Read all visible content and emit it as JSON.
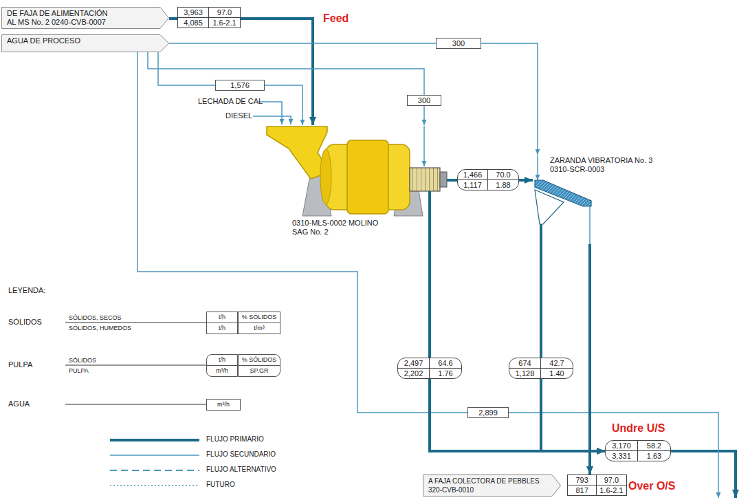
{
  "diagram": {
    "nodes": [
      {
        "text": [
          "DE FAJA DE ALIMENTACIÓN AL MS No. 2 0240-CVB-0007"
        ]
      },
      {
        "text": [
          "3,963",
          "97.0",
          "4,085",
          "1.6-2.1"
        ]
      },
      {
        "text": [
          "AGUA DE PROCESO"
        ]
      },
      {
        "text": [
          "300"
        ]
      },
      {
        "text": [
          "1,576"
        ]
      },
      {
        "text": [
          "300"
        ]
      },
      {
        "text": [
          "0310-MLS-0002 MOLINO SAG No. 2"
        ]
      },
      {
        "text": [
          "1,466",
          "70.0",
          "1,117",
          "1.88"
        ]
      },
      {
        "text": [
          "ZARANDA VIBRATORIA No. 3 0310-SCR-0003"
        ]
      },
      {
        "text": [
          "2,497",
          "64.6",
          "2,202",
          "1.76"
        ]
      },
      {
        "text": [
          "674",
          "42.7",
          "1,128",
          "1.40"
        ]
      },
      {
        "text": [
          "3,170",
          "58.2",
          "3,331",
          "1.63"
        ]
      },
      {
        "text": [
          "2,899"
        ]
      },
      {
        "text": [
          "A FAJA COLECTORA DE PEBBLES 320-CVB-0010"
        ]
      },
      {
        "text": [
          "793",
          "97.0",
          "817",
          "1.6-2.1"
        ]
      }
    ],
    "edges": [
      {
        "from": 0,
        "to": 1,
        "arrow": "none"
      },
      {
        "from": 1,
        "to": 6,
        "arrow": "to"
      },
      {
        "from": 2,
        "to": 3,
        "arrow": "none"
      },
      {
        "from": 3,
        "to": 8,
        "arrow": "to"
      },
      {
        "from": 2,
        "to": 4,
        "arrow": "none"
      },
      {
        "from": 4,
        "to": 6,
        "arrow": "to"
      },
      {
        "from": 2,
        "to": 5,
        "arrow": "none"
      },
      {
        "from": 5,
        "to": 6,
        "arrow": "to"
      },
      {
        "from": 2,
        "to": 12,
        "arrow": "none"
      },
      {
        "from": 6,
        "to": 7,
        "arrow": "none"
      },
      {
        "from": 7,
        "to": 8,
        "arrow": "to"
      },
      {
        "from": 6,
        "to": 9,
        "arrow": "none"
      },
      {
        "from": 9,
        "to": 11,
        "arrow": "to"
      },
      {
        "from": 8,
        "to": 10,
        "arrow": "none"
      },
      {
        "from": 10,
        "to": 11,
        "arrow": "to"
      },
      {
        "from": 8,
        "to": 14,
        "arrow": "to"
      }
    ],
    "labels": [
      "Feed",
      "LECHADA DE CAL",
      "DIESEL",
      "Undre U/S",
      "Over O/S",
      "LEYENDA:",
      "SÓLIDOS",
      "SÓLIDOS, SECOS",
      "SÓLIDOS, HUMEDOS",
      "t/h",
      "% SÓLIDOS",
      "t/h",
      "t/m³",
      "PULPA",
      "SÓLIDOS",
      "PULPA",
      "t/h",
      "% SÓLIDOS",
      "m³/h",
      "SP.GR",
      "AGUA",
      "m³/h"
    ],
    "legend": [
      {
        "text": "FLUJO PRIMARIO"
      },
      {
        "text": "FLUJO SECUNDARIO"
      },
      {
        "text": "FLUJO ALTERNATIVO"
      },
      {
        "text": "FUTURO"
      }
    ]
  }
}
